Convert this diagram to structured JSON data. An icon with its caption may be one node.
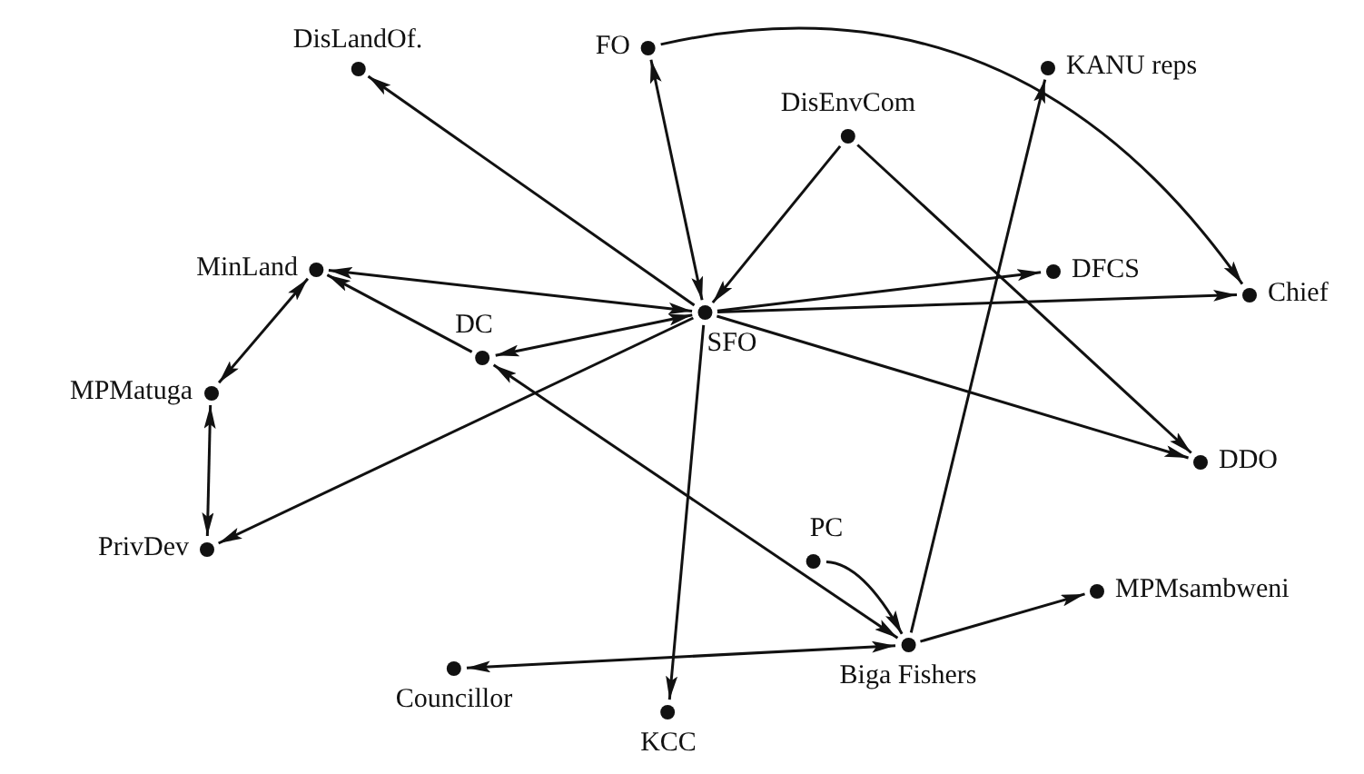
{
  "diagram": {
    "nodes": [
      {
        "text": [
          "DisLandOf."
        ]
      },
      {
        "text": [
          "FO"
        ]
      },
      {
        "text": [
          "DisEnvCom"
        ]
      },
      {
        "text": [
          "KANU reps"
        ]
      },
      {
        "text": [
          "MinLand"
        ]
      },
      {
        "text": [
          "SFO"
        ]
      },
      {
        "text": [
          "DFCS"
        ]
      },
      {
        "text": [
          "Chief"
        ]
      },
      {
        "text": [
          "DC"
        ]
      },
      {
        "text": [
          "MPMatuga"
        ]
      },
      {
        "text": [
          "DDO"
        ]
      },
      {
        "text": [
          "PrivDev"
        ]
      },
      {
        "text": [
          "PC"
        ]
      },
      {
        "text": [
          "MPMsambweni"
        ]
      },
      {
        "text": [
          "Councillor"
        ]
      },
      {
        "text": [
          "Biga Fishers"
        ]
      },
      {
        "text": [
          "KCC"
        ]
      }
    ],
    "edges": [
      {
        "from": 5,
        "to": 0,
        "arrow": "to"
      },
      {
        "from": 5,
        "to": 1,
        "arrow": "both"
      },
      {
        "from": 2,
        "to": 5,
        "arrow": "to"
      },
      {
        "from": 2,
        "to": 10,
        "arrow": "to"
      },
      {
        "from": 1,
        "to": 7,
        "arrow": "to"
      },
      {
        "from": 5,
        "to": 4,
        "arrow": "both"
      },
      {
        "from": 8,
        "to": 4,
        "arrow": "to"
      },
      {
        "from": 5,
        "to": 8,
        "arrow": "both"
      },
      {
        "from": 5,
        "to": 6,
        "arrow": "to"
      },
      {
        "from": 5,
        "to": 7,
        "arrow": "to"
      },
      {
        "from": 4,
        "to": 9,
        "arrow": "both"
      },
      {
        "from": 9,
        "to": 11,
        "arrow": "both"
      },
      {
        "from": 5,
        "to": 11,
        "arrow": "to"
      },
      {
        "from": 5,
        "to": 10,
        "arrow": "to"
      },
      {
        "from": 5,
        "to": 16,
        "arrow": "to"
      },
      {
        "from": 15,
        "to": 3,
        "arrow": "to"
      },
      {
        "from": 15,
        "to": 8,
        "arrow": "both"
      },
      {
        "from": 12,
        "to": 15,
        "arrow": "to"
      },
      {
        "from": 15,
        "to": 13,
        "arrow": "to"
      },
      {
        "from": 15,
        "to": 14,
        "arrow": "both"
      }
    ]
  }
}
